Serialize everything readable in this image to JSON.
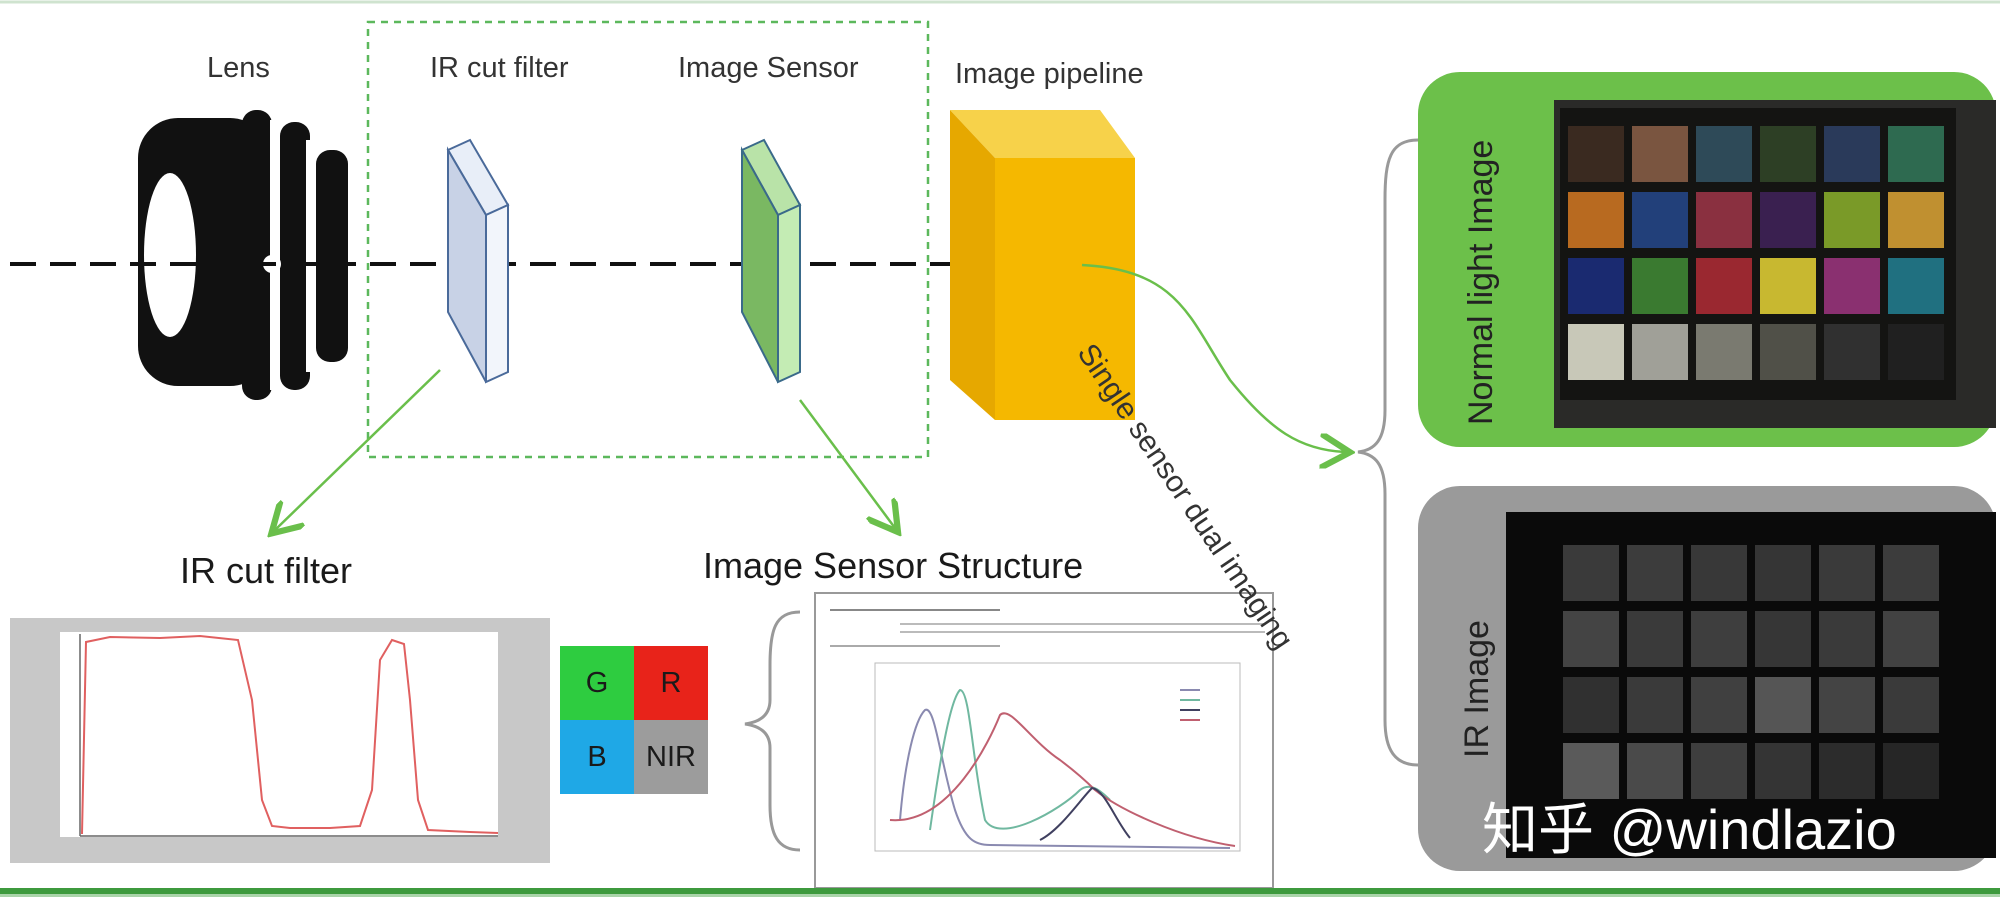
{
  "labels": {
    "lens": "Lens",
    "ir_cut_filter_top": "IR cut filter",
    "image_sensor_top": "Image Sensor",
    "image_pipeline": "Image pipeline",
    "ir_cut_filter_section": "IR cut filter",
    "image_sensor_structure": "Image Sensor Structure",
    "single_sensor_dual_imaging": "Single sensor dual imaging",
    "normal_light_image": "Normal light Image",
    "ir_image": "IR Image"
  },
  "rgbnir_grid": {
    "g": "G",
    "r": "R",
    "b": "B",
    "nir": "NIR"
  },
  "watermark": "知乎 @windlazio",
  "colors": {
    "dashed_box": "#5cb85c",
    "arrow_green": "#6abf4b",
    "pipeline_yellow": "#f5b800",
    "normal_panel": "#6cc04a",
    "ir_panel": "#9a9a9a",
    "bottom_bar": "#3d9a3d"
  },
  "color_checker_normal": [
    "#3a2a20",
    "#7a5540",
    "#2e4a58",
    "#2d3f25",
    "#2a3a5a",
    "#2e6a50",
    "#b86a20",
    "#22407a",
    "#8a3040",
    "#3a2050",
    "#7a9a28",
    "#c09030",
    "#1a2a70",
    "#3a7a30",
    "#9a2830",
    "#c8b830",
    "#8a3070",
    "#207080",
    "#c8c8b8",
    "#a0a098",
    "#7a7a70",
    "#505048",
    "#303030",
    "#202020"
  ],
  "color_checker_ir": [
    "#3a3a3a",
    "#3c3c3c",
    "#383838",
    "#353535",
    "#3a3a3a",
    "#3c3c3c",
    "#444444",
    "#3a3a3a",
    "#3e3e3e",
    "#363636",
    "#3a3a3a",
    "#424242",
    "#303030",
    "#3a3a3a",
    "#404040",
    "#555555",
    "#444444",
    "#3a3a3a",
    "#5a5a5a",
    "#4a4a4a",
    "#3e3e3e",
    "#343434",
    "#2c2c2c",
    "#262626"
  ]
}
